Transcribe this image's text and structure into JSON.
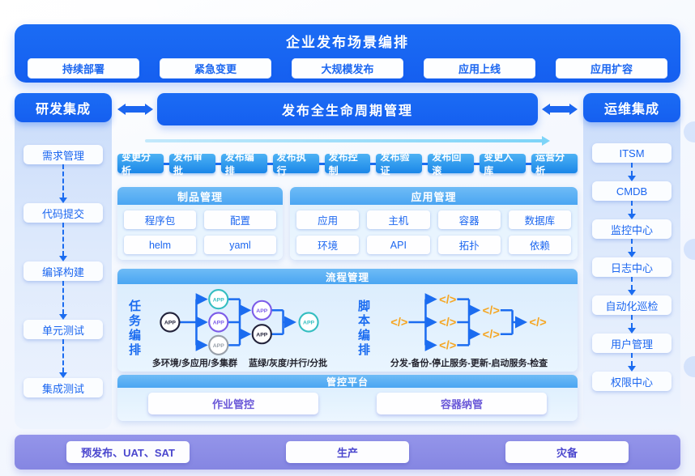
{
  "top_banner": {
    "title": "企业发布场景编排",
    "buttons": [
      "持续部署",
      "紧急变更",
      "大规模发布",
      "应用上线",
      "应用扩容"
    ]
  },
  "left_sidebar": {
    "title": "研发集成",
    "items": [
      "需求管理",
      "代码提交",
      "编译构建",
      "单元测试",
      "集成测试"
    ]
  },
  "right_sidebar": {
    "title": "运维集成",
    "items": [
      "ITSM",
      "CMDB",
      "监控中心",
      "日志中心",
      "自动化巡检",
      "用户管理",
      "权限中心"
    ]
  },
  "center": {
    "lifecycle_banner": "发布全生命周期管理",
    "pipeline": [
      "变更分析",
      "发布审批",
      "发布编排",
      "发布执行",
      "发布控制",
      "发布验证",
      "发布回滚",
      "变更入库",
      "运营分析"
    ],
    "artifact_panel": {
      "title": "制品管理",
      "items": [
        "程序包",
        "配置",
        "helm",
        "yaml"
      ]
    },
    "app_panel": {
      "title": "应用管理",
      "items": [
        "应用",
        "主机",
        "容器",
        "数据库",
        "环境",
        "API",
        "拓扑",
        "依赖"
      ]
    },
    "process_panel": {
      "title": "流程管理",
      "task": {
        "label": "任务编排",
        "node_label": "APP",
        "caption1": "多环境/多应用/多集群",
        "caption2": "蓝绿/灰度/并行/分批"
      },
      "script": {
        "label": "脚本编排",
        "node_label": "</>",
        "caption": "分发-备份-停止服务-更新-启动服务-检查"
      }
    },
    "control_panel": {
      "title": "管控平台",
      "items": [
        "作业管控",
        "容器纳管"
      ]
    }
  },
  "bottom_bar": {
    "items": [
      "预发布、UAT、SAT",
      "生产",
      "灾备"
    ]
  },
  "colors": {
    "primary_blue": "#1565F0",
    "panel_header_blue": "#55ADF3",
    "chip_blue": "#1D8BE9",
    "cyan_arrow": "#7DD4F8",
    "sidebar_gradient_top": "#C8DBFA",
    "bottom_bar_purple": "#8A8BE5",
    "bottom_text_purple": "#4B47CE",
    "control_text_purple": "#6A58D8",
    "node_dark": "#23233B",
    "node_teal": "#35BEC1",
    "node_purple": "#7C5CE8",
    "node_gray": "#98A0AA",
    "script_orange": "#F5A623"
  }
}
